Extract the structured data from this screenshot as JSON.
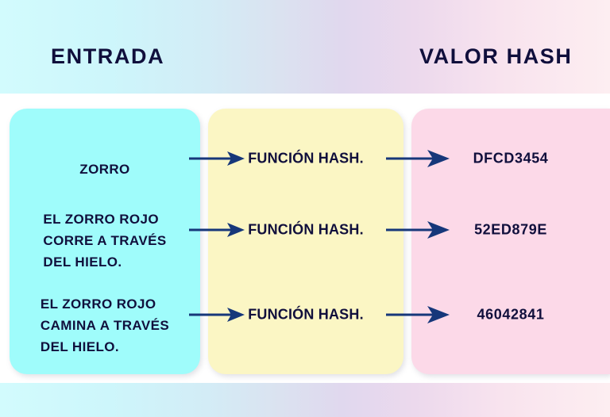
{
  "headers": {
    "input": "ENTRADA",
    "hash": "VALOR HASH"
  },
  "colors": {
    "input_panel": "#9ffcfb",
    "function_panel": "#fbf6c4",
    "hash_panel": "#fcd9e8",
    "text": "#100f3c",
    "arrow": "#16377a",
    "band_start": "#d2fbfd",
    "band_mid": "#e0d8ee",
    "band_end": "#fdeef1"
  },
  "rows": [
    {
      "input_plain": "ZORRO",
      "input_lines": [
        "ZORRO"
      ],
      "input_bold_word": "",
      "function": "FUNCIÓN HASH.",
      "hash": "DFCD3454",
      "arrow_left": "arrow-right-icon",
      "arrow_right": "arrow-right-icon"
    },
    {
      "input_plain": "EL ZORRO ROJO\nCORRE A TRAVÉS\nDEL HIELO.",
      "input_lines": [
        "EL ZORRO ROJO",
        "CORRE A TRAVÉS",
        "DEL HIELO."
      ],
      "input_bold_word": "CORRE",
      "function": "FUNCIÓN HASH.",
      "hash": "52ED879E",
      "arrow_left": "arrow-right-icon",
      "arrow_right": "arrow-right-icon"
    },
    {
      "input_plain": "EL ZORRO ROJO\nCAMINA A TRAVÉS\nDEL HIELO.",
      "input_lines": [
        "EL ZORRO ROJO",
        "CAMINA A TRAVÉS",
        "DEL HIELO."
      ],
      "input_bold_word": "CAMINA",
      "function": "FUNCIÓN HASH.",
      "hash": "46042841",
      "arrow_left": "arrow-right-icon",
      "arrow_right": "arrow-right-icon"
    }
  ]
}
